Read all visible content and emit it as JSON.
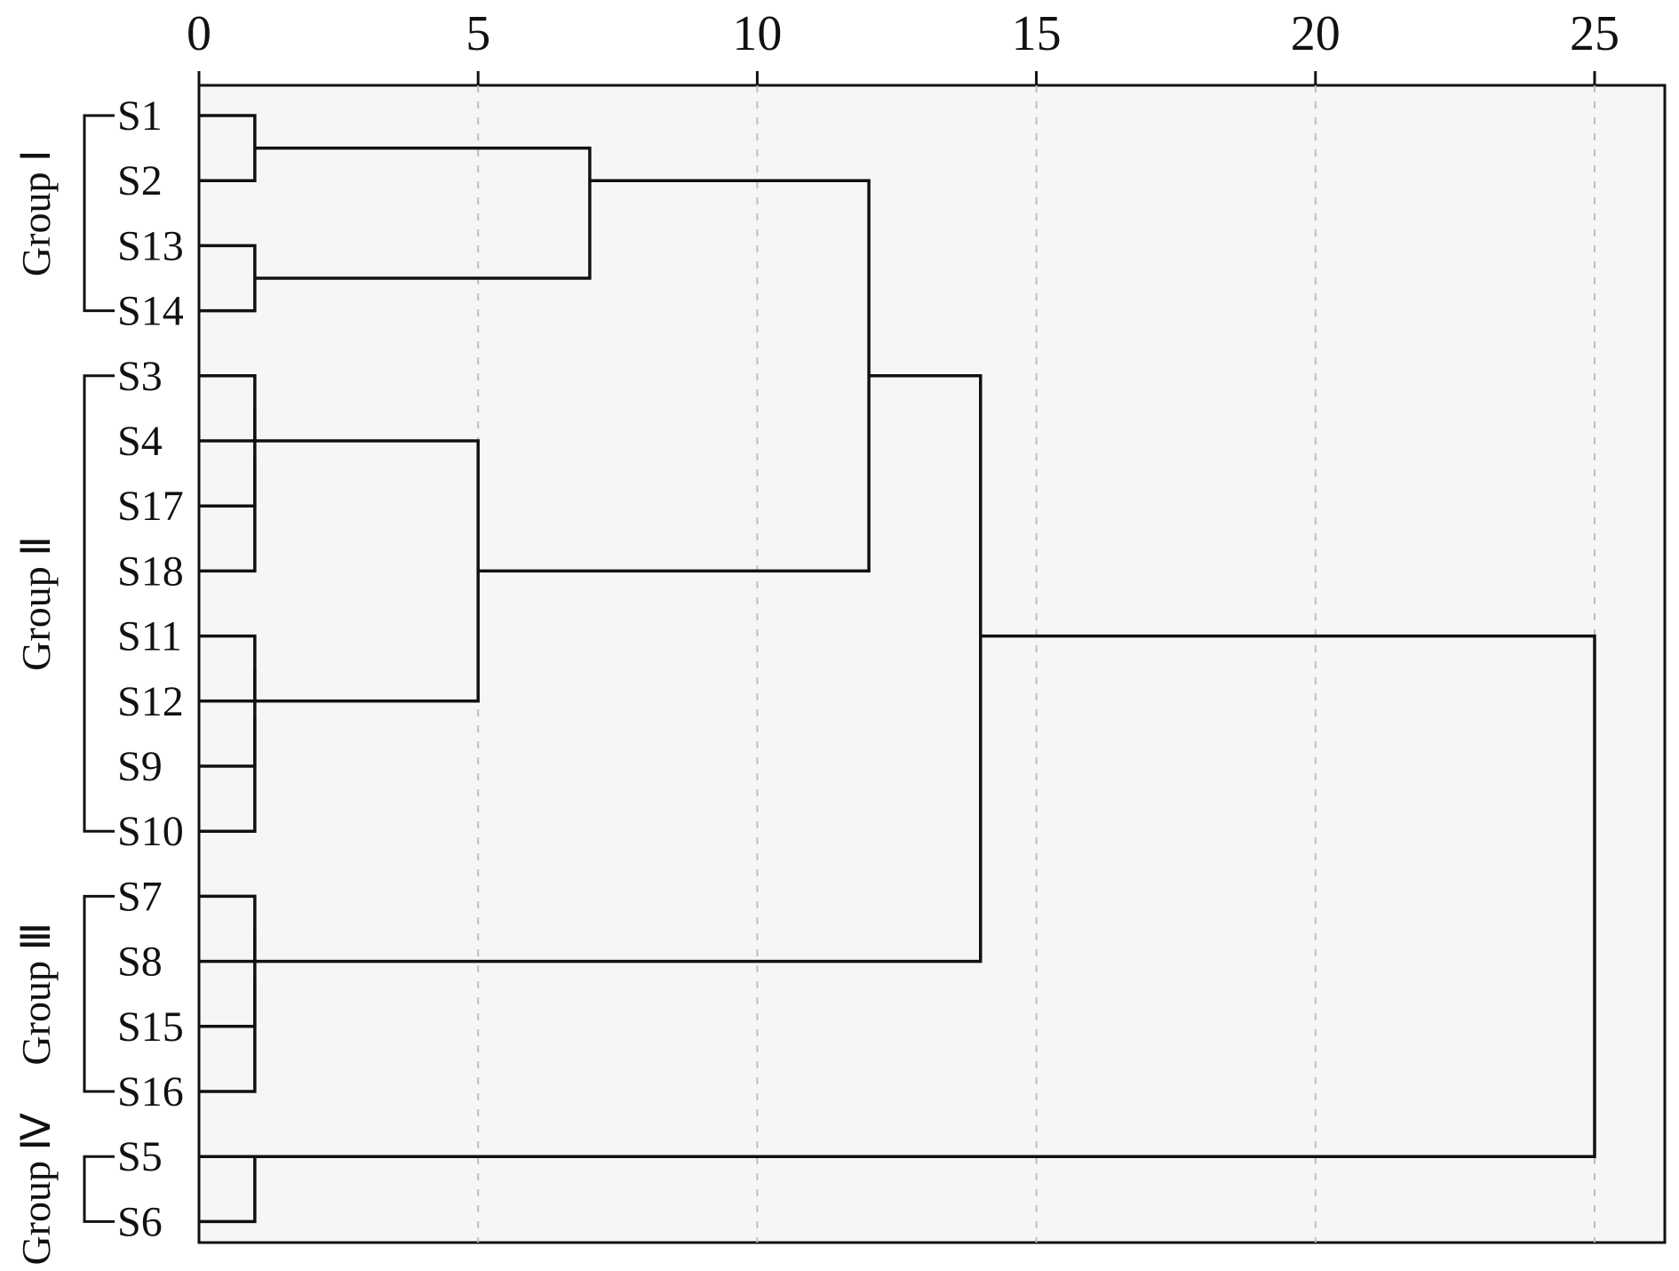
{
  "chart_data": {
    "type": "dendrogram",
    "xlim": [
      0,
      25
    ],
    "x_ticks": [
      "0",
      "5",
      "10",
      "15",
      "20",
      "25"
    ],
    "grid": "vertical dashed",
    "leaves": [
      "S1",
      "S2",
      "S13",
      "S14",
      "S3",
      "S4",
      "S17",
      "S18",
      "S11",
      "S12",
      "S9",
      "S10",
      "S7",
      "S8",
      "S15",
      "S16",
      "S5",
      "S6"
    ],
    "merges": [
      {
        "left": "S1",
        "right": "S2",
        "height": 1
      },
      {
        "left": "S13",
        "right": "S14",
        "height": 1
      },
      {
        "left": "S3",
        "right": "S4",
        "height": 1
      },
      {
        "left": "S3-S4",
        "right": "S17",
        "height": 1
      },
      {
        "left": "S3-S17",
        "right": "S18",
        "height": 1
      },
      {
        "left": "S11",
        "right": "S12",
        "height": 1
      },
      {
        "left": "S11-S12",
        "right": "S9",
        "height": 1
      },
      {
        "left": "S11-S9",
        "right": "S10",
        "height": 1
      },
      {
        "left": "S7",
        "right": "S8",
        "height": 1
      },
      {
        "left": "S7-S8",
        "right": "S15",
        "height": 1
      },
      {
        "left": "S7-S15",
        "right": "S16",
        "height": 1
      },
      {
        "left": "S5",
        "right": "S6",
        "height": 1
      },
      {
        "left": "Group I (S1,S2)",
        "right": "Group I (S13,S14)",
        "height": 7
      },
      {
        "left": "Group II (S3-S18)",
        "right": "Group II (S11-S10)",
        "height": 5
      },
      {
        "left": "Group I",
        "right": "Group II",
        "height": 12
      },
      {
        "left": "Groups I+II",
        "right": "Group III",
        "height": 14
      },
      {
        "left": "Groups I+II+III",
        "right": "Group IV",
        "height": 25
      }
    ],
    "groups": [
      {
        "name": "Group Ⅰ",
        "members": [
          "S1",
          "S2",
          "S13",
          "S14"
        ]
      },
      {
        "name": "Group Ⅱ",
        "members": [
          "S3",
          "S4",
          "S17",
          "S18",
          "S11",
          "S12",
          "S9",
          "S10"
        ]
      },
      {
        "name": "Group Ⅲ",
        "members": [
          "S7",
          "S8",
          "S15",
          "S16"
        ]
      },
      {
        "name": "Group Ⅳ",
        "members": [
          "S5",
          "S6"
        ]
      }
    ],
    "colors": {
      "background": "#f6f6f6",
      "line": "#111111",
      "grid": "#bdbdbd"
    }
  }
}
